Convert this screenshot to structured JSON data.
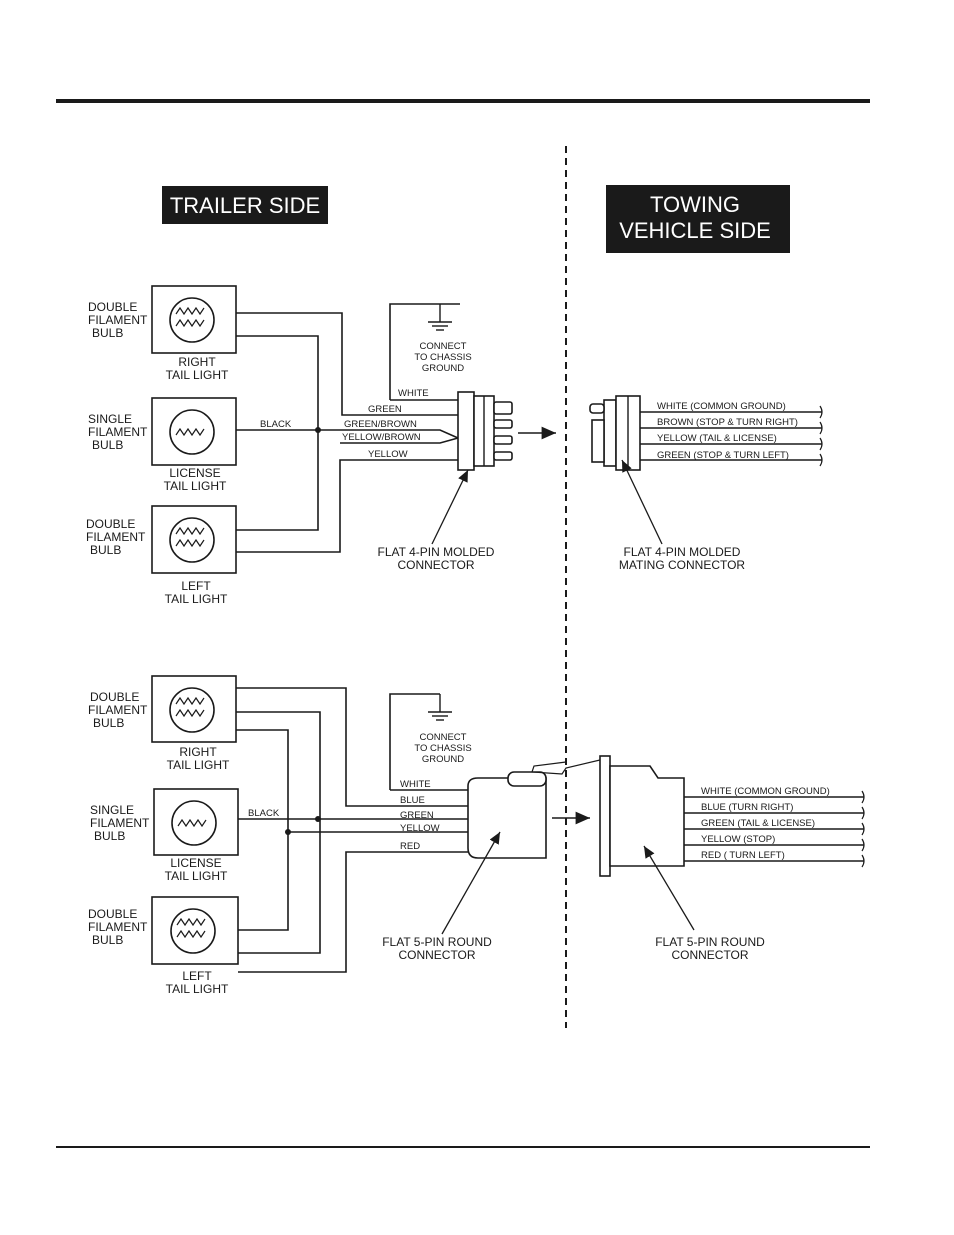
{
  "headers": {
    "trailer_side": "TRAILER SIDE",
    "towing_line1": "TOWING",
    "towing_line2": "VEHICLE SIDE"
  },
  "section_4pin": {
    "right_bulb": [
      "DOUBLE",
      "FILAMENT",
      "BULB"
    ],
    "right_light": [
      "RIGHT",
      "TAIL LIGHT"
    ],
    "license_bulb": [
      "SINGLE",
      "FILAMENT",
      "BULB"
    ],
    "license_light": [
      "LICENSE",
      "TAIL LIGHT"
    ],
    "left_bulb": [
      "DOUBLE",
      "FILAMENT",
      "BULB"
    ],
    "left_light": [
      "LEFT",
      "TAIL LIGHT"
    ],
    "ground": [
      "CONNECT",
      "TO CHASSIS",
      "GROUND"
    ],
    "wires": {
      "white": "WHITE",
      "green": "GREEN",
      "black": "BLACK",
      "green_brown": "GREEN/BROWN",
      "yellow_brown": "YELLOW/BROWN",
      "yellow": "YELLOW"
    },
    "connector": [
      "FLAT 4-PIN MOLDED",
      "CONNECTOR"
    ],
    "mating_connector": [
      "FLAT 4-PIN MOLDED",
      "MATING CONNECTOR"
    ],
    "vehicle_wires": [
      "WHITE (COMMON GROUND)",
      "BROWN (STOP & TURN RIGHT)",
      "YELLOW (TAIL & LICENSE)",
      "GREEN (STOP & TURN LEFT)"
    ]
  },
  "section_5pin": {
    "right_bulb": [
      "DOUBLE",
      "FILAMENT",
      "BULB"
    ],
    "right_light": [
      "RIGHT",
      "TAIL LIGHT"
    ],
    "license_bulb": [
      "SINGLE",
      "FILAMENT",
      "BULB"
    ],
    "license_light": [
      "LICENSE",
      "TAIL LIGHT"
    ],
    "left_bulb": [
      "DOUBLE",
      "FILAMENT",
      "BULB"
    ],
    "left_light": [
      "LEFT",
      "TAIL LIGHT"
    ],
    "ground": [
      "CONNECT",
      "TO CHASSIS",
      "GROUND"
    ],
    "wires": {
      "white": "WHITE",
      "blue": "BLUE",
      "black": "BLACK",
      "green": "GREEN",
      "yellow": "YELLOW",
      "red": "RED"
    },
    "connector": [
      "FLAT 5-PIN ROUND",
      "CONNECTOR"
    ],
    "vehicle_connector": [
      "FLAT 5-PIN ROUND",
      "CONNECTOR"
    ],
    "vehicle_wires": [
      "WHITE (COMMON GROUND)",
      "BLUE (TURN RIGHT)",
      "GREEN (TAIL & LICENSE)",
      "YELLOW (STOP)",
      "RED ( TURN LEFT)"
    ]
  }
}
